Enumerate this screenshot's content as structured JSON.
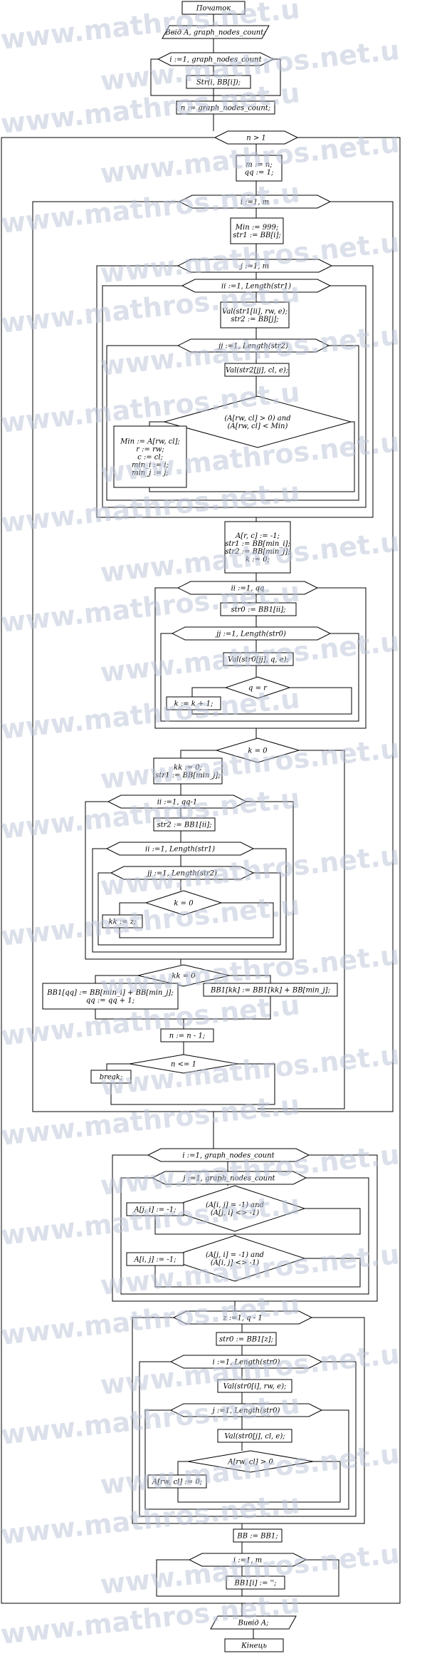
{
  "watermark": "www.mathros.net.u",
  "blocks": {
    "start": "Початок",
    "input": "Ввід A, graph_nodes_count;",
    "loop_init": "i :=1, graph_nodes_count",
    "str_init": "Str(i, BB[i]);",
    "n_assign": "n := graph_nodes_count;",
    "while_n": "n > 1",
    "m_assign": [
      "m := n;",
      "qq := 1;"
    ],
    "loop_i_m": "i :=1, m",
    "min_init": [
      "Min := 999;",
      "str1 := BB[i];"
    ],
    "loop_j_m": "j :=1, m",
    "loop_ii_1": "ii :=1, Length(str1)",
    "val_ii": [
      "Val(str1[ii], rw, e);",
      "str2 := BB[j];"
    ],
    "loop_jj_1": "jj :=1, Length(str2)",
    "val_jj": "Val(str2[jj], cl, e);",
    "cond_min": [
      "(A[rw, cl] > 0) and",
      "(A[rw, cl] < Min)"
    ],
    "min_update": [
      "Min := A[rw, cl];",
      "r := rw;",
      "c := cl;",
      "min_i := i;",
      "min_j := j;"
    ],
    "after_min": [
      "A[r, c] := -1;",
      "str1 := BB[min_i];",
      "str2 := BB[min_j];",
      "k := 0;"
    ],
    "loop_ii_qq": "ii :=1, qq",
    "str0_assign": "str0 := BB1[ii];",
    "loop_jj_str0": "jj :=1, Length(str0)",
    "val_str0": "Val(str0[jj], q, e);",
    "cond_q_r": "q = r",
    "k_inc": "k := k + 1;",
    "cond_k": "k = 0",
    "kk_init": [
      "kk := 0;",
      "str1 := BB[min_j];"
    ],
    "loop_ii_qq1": "ii :=1, qq-1",
    "str2_bb1": "str2 := BB1[ii];",
    "loop_ii_len": "ii :=1, Length(str1)",
    "loop_jj_len": "jj :=1, Length(str2)",
    "cond_k2": "k = 0",
    "kk_assign": "kk := z;",
    "cond_kk": "kk = 0",
    "bb1_left": [
      "BB1[qq] := BB[min_i] + BB[min_j];",
      "qq := qq + 1;"
    ],
    "bb1_right": "BB1[kk] := BB1[kk] + BB[min_j];",
    "n_dec": "n := n - 1;",
    "cond_n": "n <= 1",
    "break_text": "break;",
    "loop_i_g": "i :=1, graph_nodes_count",
    "loop_j_g": "j :=1, graph_nodes_count",
    "cond_a1": [
      "(A[i, j] = -1) and",
      "(A[j, i] <> -1)"
    ],
    "assign_a1": "A[j, i] := -1;",
    "cond_a2": [
      "(A[j, i] = -1) and",
      "(A[i, j] <> -1)"
    ],
    "assign_a2": "A[i, j] := -1;",
    "loop_z": "z :=1, q - 1",
    "str0_z": "str0 := BB1[z];",
    "loop_i_str0": "i :=1, Length(str0)",
    "val_i": "Val(str0[i], rw, e);",
    "loop_j_str0": "j :=1, Length(str0)",
    "val_j": "Val(str0[j], cl, e);",
    "cond_a3": "A[rw, cl] > 0",
    "assign_a3": "A[rw, cl] := 0;",
    "bb_bb1": "BB := BB1;",
    "loop_i_m2": "i :=1, m",
    "bb1_clear": "BB1[i] := '';",
    "output": "Вивід A;",
    "end": "Кінець"
  },
  "colors": {
    "line": "#000000",
    "fill": "#ffffff",
    "watermark": "#b9c2d6"
  }
}
